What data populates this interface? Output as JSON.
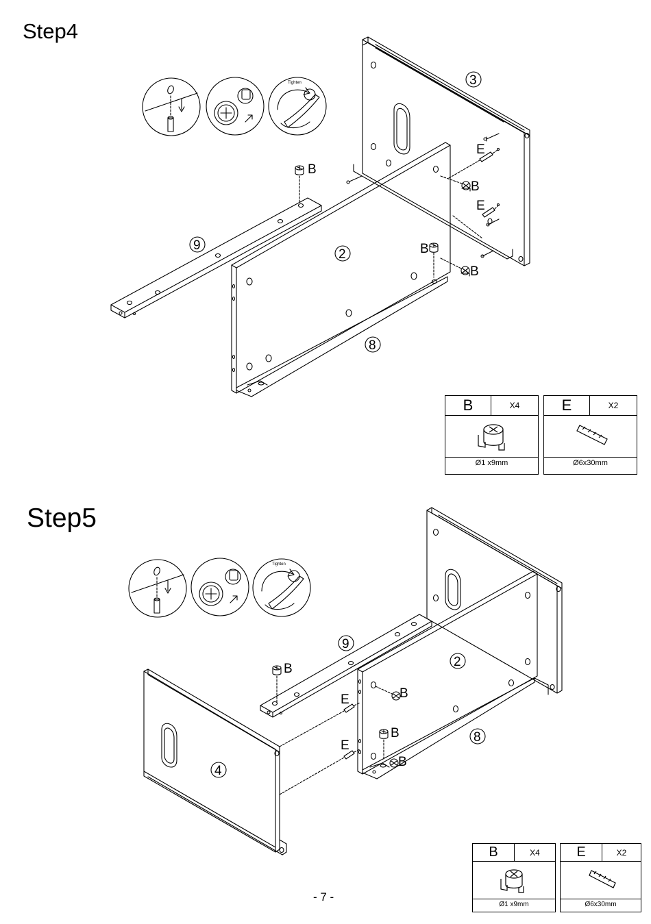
{
  "steps": [
    {
      "title": "Step4",
      "panel_numbers": {
        "p3": "3",
        "p2": "2",
        "p9": "9",
        "p8": "8"
      },
      "hardware_labels": {
        "b": "B",
        "e": "E"
      },
      "tighten_text": "Tighten",
      "parts": [
        {
          "letter": "B",
          "qty": "X4",
          "spec": "Ø1  x9mm"
        },
        {
          "letter": "E",
          "qty": "X2",
          "spec": "Ø6x30mm"
        }
      ]
    },
    {
      "title": "Step5",
      "panel_numbers": {
        "p9": "9",
        "p2": "2",
        "p8": "8",
        "p4": "4"
      },
      "hardware_labels": {
        "b": "B",
        "e": "E"
      },
      "tighten_text": "Tighten",
      "parts": [
        {
          "letter": "B",
          "qty": "X4",
          "spec": "Ø1  x9mm"
        },
        {
          "letter": "E",
          "qty": "X2",
          "spec": "Ø6x30mm"
        }
      ]
    }
  ],
  "page_number": "- 7 -"
}
